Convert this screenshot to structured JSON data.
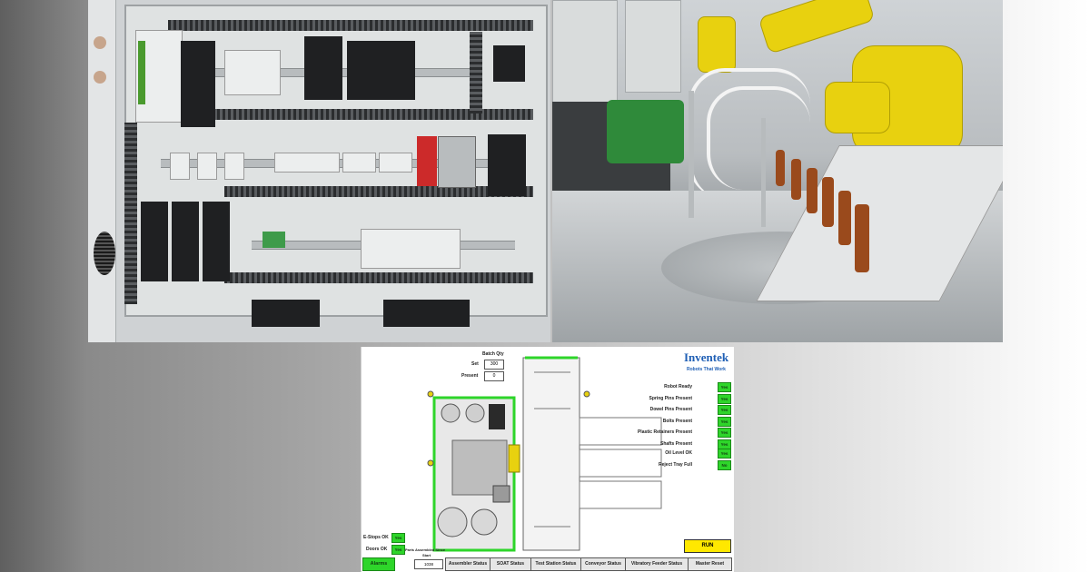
{
  "hmi": {
    "batch_qty": {
      "title": "Batch Qty",
      "set_label": "Set",
      "set_value": "300",
      "present_label": "Present",
      "present_value": "0"
    },
    "logo": {
      "word": "Inventek",
      "tagline": "Robots That Work"
    },
    "status_rows": [
      {
        "label": "Robot Ready",
        "value": "Yes"
      },
      {
        "label": "Spring Pins Present",
        "value": "Yes"
      },
      {
        "label": "Dowel Pins Present",
        "value": "Yes"
      },
      {
        "label": "Bolts Present",
        "value": "Yes"
      },
      {
        "label": "Plastic Retainers Present",
        "value": "Yes"
      },
      {
        "label": "Shafts Present",
        "value": "Yes"
      },
      {
        "label": "Oil Level OK",
        "value": "Yes"
      },
      {
        "label": "Reject Tray Full",
        "value": "No"
      }
    ],
    "estops": {
      "label": "E-Stops OK",
      "value": "Yes"
    },
    "doors": {
      "label": "Doors OK",
      "value": "Yes"
    },
    "parts_assembled": {
      "label": "Parts Assembled Since",
      "sub": "Start",
      "value": "1038"
    },
    "run_button": "RUN",
    "alarms_button": "Alarms",
    "bottom_tabs": [
      "Assembler Status",
      "SOAT Status",
      "Test Station Status",
      "Conveyor Status",
      "Vibratory Feeder Status",
      "Master Reset"
    ],
    "colors": {
      "status_green": "#2ed52a",
      "run_yellow": "#ffe800",
      "logo_blue": "#1f5fb5"
    }
  }
}
